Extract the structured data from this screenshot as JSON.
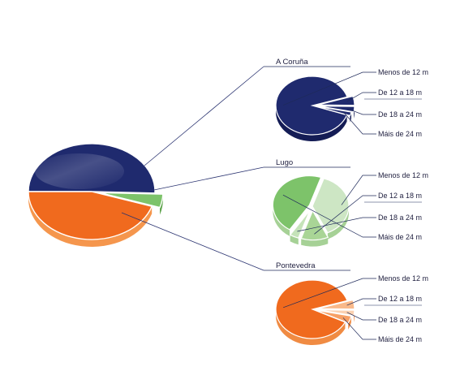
{
  "chart_data": {
    "type": "pie",
    "main": {
      "segments": [
        {
          "name": "A Coruña",
          "value": 50.5,
          "color": "#1f2a6e",
          "side": "#16205a"
        },
        {
          "name": "Lugo",
          "value": 4.5,
          "color": "#7dc36a",
          "side": "#5fa44d"
        },
        {
          "name": "Pontevedra",
          "value": 45,
          "color": "#f06a1e",
          "side": "#f5964d"
        }
      ]
    },
    "pies": [
      {
        "title": "A Coruña",
        "colors": [
          "#1f2a6e",
          "#1f2a6e",
          "#1f2a6e",
          "#1f2a6e"
        ],
        "side": "#141c55",
        "categories": [
          "Menos de 12 m",
          "De 12 a 18 m",
          "De 18 a 24 m",
          "Máis de 24 m"
        ],
        "values": [
          90,
          5,
          3,
          2
        ]
      },
      {
        "title": "Lugo",
        "colors": [
          "#cde6c4",
          "#a9d596",
          "#c5e3b9",
          "#7dc36a"
        ],
        "side": "#a6d196",
        "categories": [
          "Menos de 12 m",
          "De 12 a 18 m",
          "De 18 a 24 m",
          "Máis de 24 m"
        ],
        "values": [
          38,
          12,
          4,
          46
        ]
      },
      {
        "title": "Pontevedra",
        "colors": [
          "#f06a1e",
          "#f9b98a",
          "#fbd1b1",
          "#f7a066"
        ],
        "side": "#f08b43",
        "categories": [
          "Menos de 12 m",
          "De 12 a 18 m",
          "De 18 a 24 m",
          "Máis de 24 m"
        ],
        "values": [
          88,
          5,
          3,
          4
        ]
      }
    ]
  }
}
